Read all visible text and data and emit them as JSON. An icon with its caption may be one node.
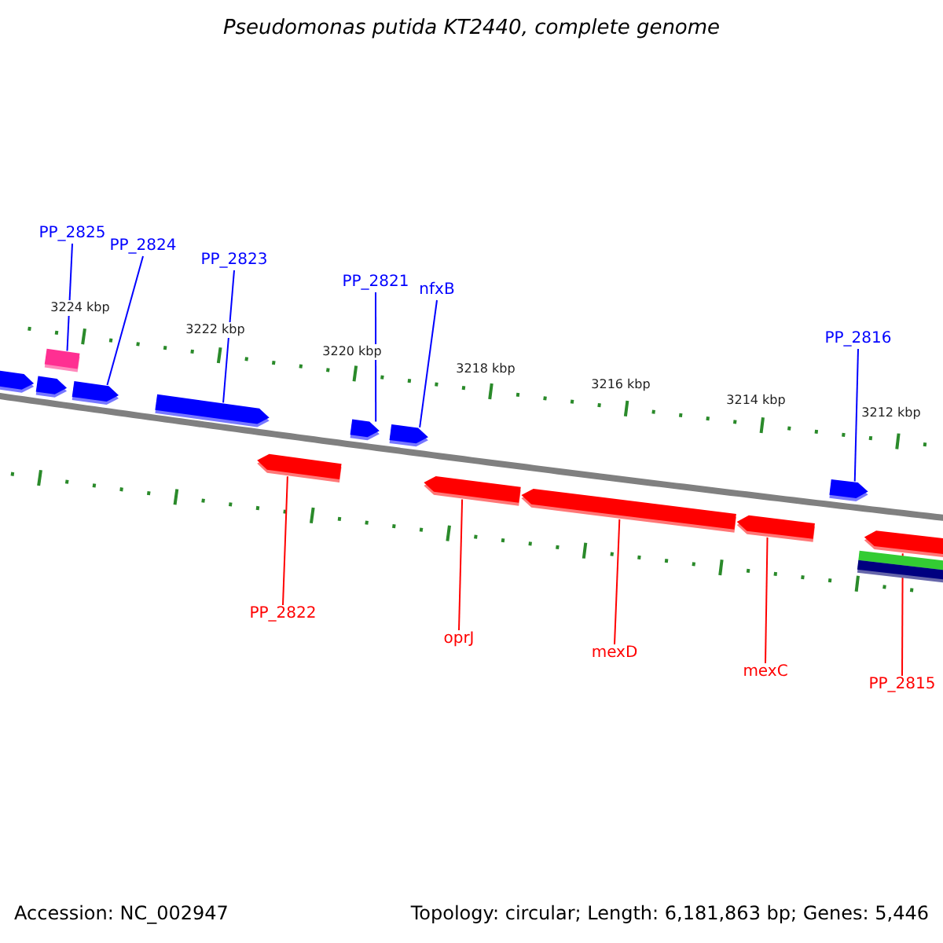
{
  "diagram": {
    "title": "Pseudomonas putida KT2440, complete genome",
    "nodes": [
      {
        "text": [
          "PP_2825"
        ]
      },
      {
        "text": [
          "PP_2824"
        ]
      },
      {
        "text": [
          "PP_2823"
        ]
      },
      {
        "text": [
          "PP_2821"
        ]
      },
      {
        "text": [
          "nfxB"
        ]
      },
      {
        "text": [
          "PP_2816"
        ]
      },
      {
        "text": [
          "PP_2822"
        ]
      },
      {
        "text": [
          "oprJ"
        ]
      },
      {
        "text": [
          "mexD"
        ]
      },
      {
        "text": [
          "mexC"
        ]
      },
      {
        "text": [
          "PP_2815"
        ]
      },
      {
        "text": [],
        "shape": "pentagon"
      },
      {
        "text": [],
        "shape": "pentagon"
      },
      {
        "text": [],
        "shape": "bar"
      },
      {
        "text": [],
        "shape": "pentagon"
      },
      {
        "text": [],
        "shape": "pentagon"
      },
      {
        "text": [],
        "shape": "pentagon"
      },
      {
        "text": [],
        "shape": "pentagon"
      },
      {
        "text": [],
        "shape": "pentagon"
      },
      {
        "text": [],
        "shape": "pentagon"
      },
      {
        "text": [],
        "shape": "pentagon"
      },
      {
        "text": [],
        "shape": "pentagon"
      },
      {
        "text": [],
        "shape": "pentagon"
      },
      {
        "text": [],
        "shape": "bar"
      },
      {
        "text": [],
        "shape": "bar"
      },
      {
        "text": [],
        "shape": "pentagon"
      }
    ],
    "edges": [
      {
        "from": 0,
        "to": 13,
        "arrow": "none"
      },
      {
        "from": 1,
        "to": 14,
        "arrow": "none"
      },
      {
        "from": 2,
        "to": 15,
        "arrow": "none"
      },
      {
        "from": 3,
        "to": 17,
        "arrow": "none"
      },
      {
        "from": 4,
        "to": 18,
        "arrow": "none"
      },
      {
        "from": 5,
        "to": 22,
        "arrow": "none"
      },
      {
        "from": 6,
        "to": 16,
        "arrow": "none",
        "color": "#ff0000"
      },
      {
        "from": 7,
        "to": 19,
        "arrow": "none",
        "color": "#ff0000"
      },
      {
        "from": 8,
        "to": 20,
        "arrow": "none",
        "color": "#ff0000"
      },
      {
        "from": 9,
        "to": 21,
        "arrow": "none",
        "color": "#ff0000"
      },
      {
        "from": 10,
        "to": 25,
        "arrow": "none",
        "color": "#ff0000"
      }
    ],
    "labels": [
      "3224 kbp",
      "3222 kbp",
      "3220 kbp",
      "3218 kbp",
      "3216 kbp",
      "3214 kbp",
      "3212 kbp",
      "Accession: NC_002947",
      "Topology: circular; Length: 6,181,863 bp; Genes: 5,446"
    ]
  }
}
